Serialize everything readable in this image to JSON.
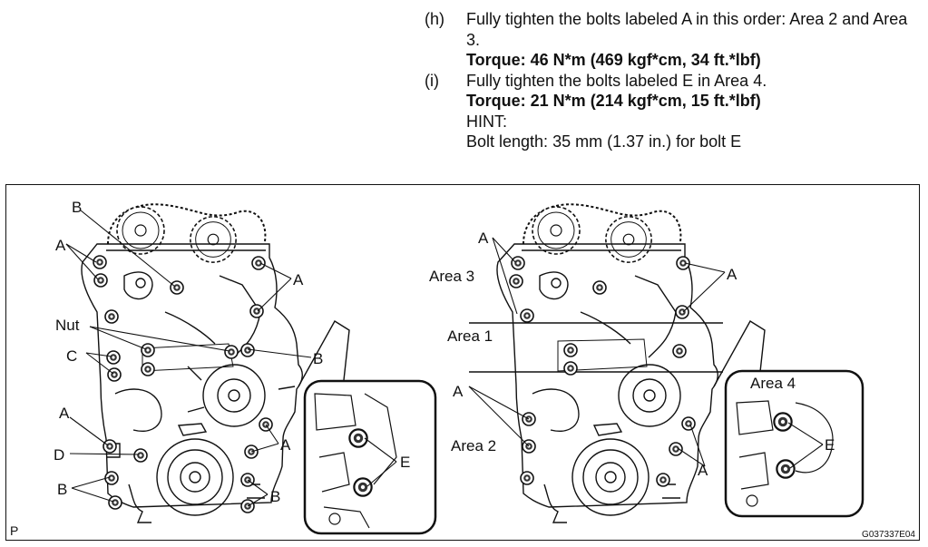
{
  "instructions": [
    {
      "letter": "(h)",
      "text": "Fully tighten the bolts labeled A in this order: Area 2 and Area 3.",
      "torque": "Torque: 46 N*m (469 kgf*cm, 34 ft.*lbf)"
    },
    {
      "letter": "(i)",
      "text": "Fully tighten the bolts labeled E in Area 4.",
      "torque": "Torque: 21 N*m (214 kgf*cm, 15 ft.*lbf)",
      "hint_label": "HINT:",
      "hint_text": "Bolt length: 35 mm (1.37 in.) for bolt E"
    }
  ],
  "figure": {
    "left": {
      "labels": {
        "b_top": "B",
        "a_left": "A",
        "a_right": "A",
        "nut": "Nut",
        "c": "C",
        "b_mid": "B",
        "a_lower_left": "A",
        "d": "D",
        "a_lower_right": "A",
        "b_bottom_left": "B",
        "b_bottom_right": "B",
        "e": "E"
      }
    },
    "right": {
      "labels": {
        "a_top": "A",
        "area3": "Area 3",
        "a_right": "A",
        "area1": "Area 1",
        "a_lower_left": "A",
        "area2": "Area 2",
        "a_lower_right": "A",
        "area4": "Area 4",
        "e": "E"
      }
    },
    "corner_left": "P",
    "corner_right": "G037337E04"
  }
}
